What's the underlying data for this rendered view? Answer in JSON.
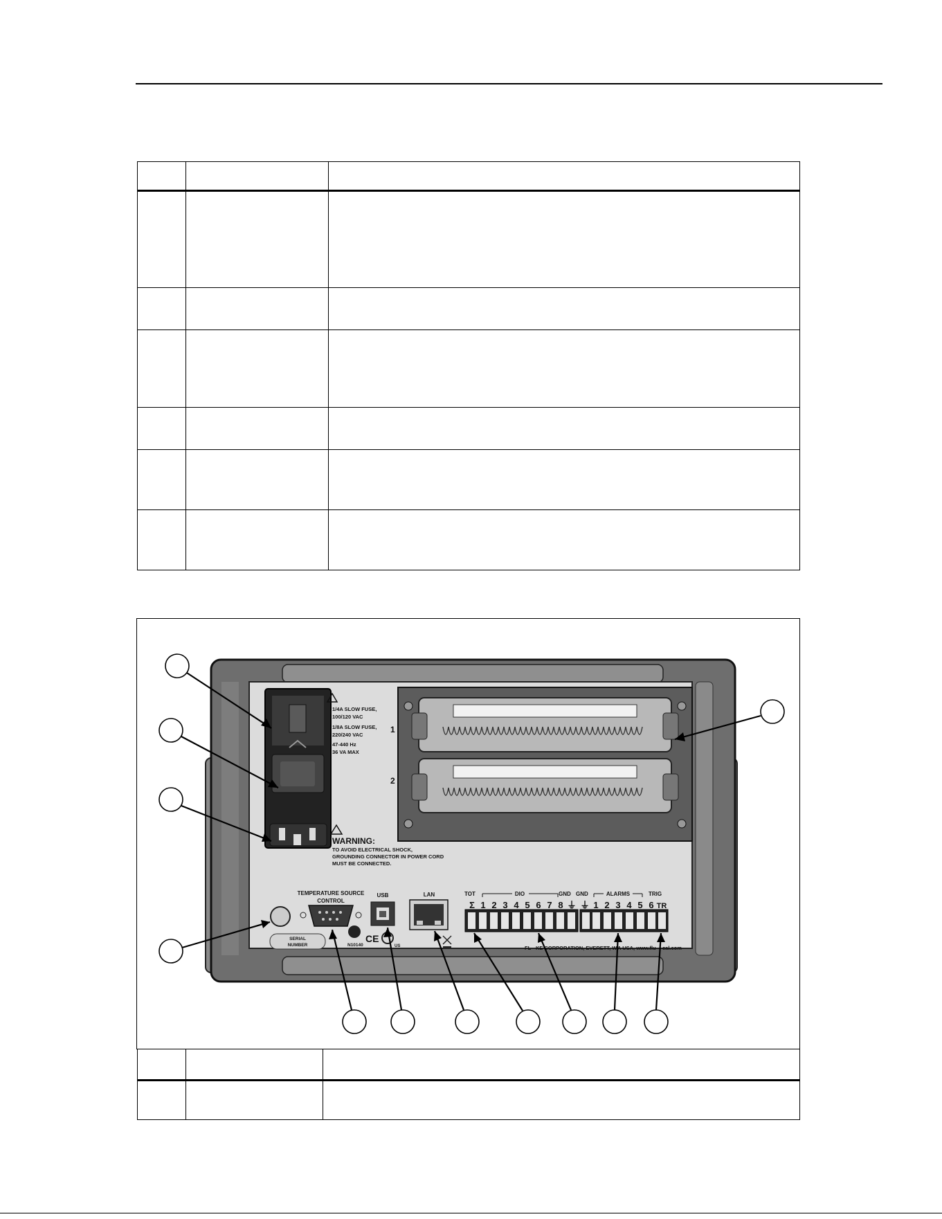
{
  "upper_table": {
    "row_count": 6
  },
  "figure": {
    "fuse_label_lines": [
      "1/4A SLOW FUSE,",
      "100/120 VAC",
      "1/8A SLOW FUSE,",
      "220/240 VAC",
      "47-440 Hz",
      "36 VA MAX"
    ],
    "warning_title": "WARNING:",
    "warning_lines": [
      "TO AVOID ELECTRICAL SHOCK,",
      "GROUNDING CONNECTOR IN POWER CORD",
      "MUST BE CONNECTED."
    ],
    "slot_1": "1",
    "slot_2": "2",
    "temp_source_line1": "TEMPERATURE SOURCE",
    "temp_source_line2": "CONTROL",
    "usb": "USB",
    "lan": "LAN",
    "serial_line1": "SERIAL",
    "serial_line2": "NUMBER",
    "cert_code": "N10140",
    "ce": "CE",
    "us": "US",
    "tot": "TOT",
    "dio": "DIO",
    "gnd_left": "GND",
    "gnd_right": "GND",
    "alarms": "ALARMS",
    "trig": "TRIG",
    "dio_numbers": [
      "1",
      "2",
      "3",
      "4",
      "5",
      "6",
      "7",
      "8"
    ],
    "alarm_numbers": [
      "1",
      "2",
      "3",
      "4",
      "5",
      "6"
    ],
    "tr": "TR",
    "footer_corp_left": "FL",
    "footer_corp_mid": "KE CORPORATION, EVERETT, W",
    "footer_corp_right": "A USA,  www.flu",
    "footer_corp_end": "cal.com"
  },
  "lower_table": {
    "row_count": 1
  }
}
